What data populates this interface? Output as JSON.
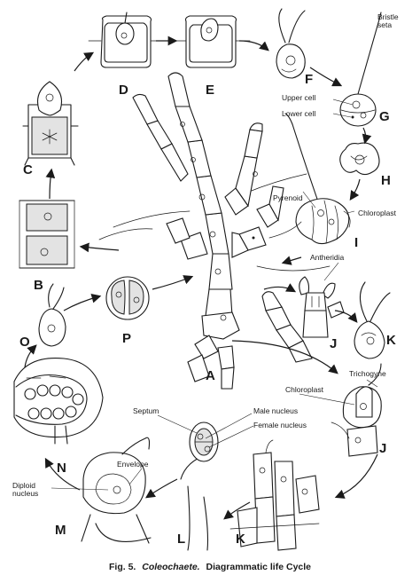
{
  "diagram": {
    "stage_letters": {
      "A": "A",
      "B": "B",
      "C": "C",
      "D": "D",
      "E": "E",
      "F": "F",
      "G": "G",
      "H": "H",
      "I": "I",
      "J1": "J",
      "K1": "K",
      "J2": "J",
      "K2": "K",
      "L": "L",
      "M": "M",
      "N": "N",
      "O": "O",
      "P": "P"
    },
    "labels": {
      "bristle_seta": "Bristle\nseta",
      "upper_cell": "Upper cell",
      "lower_cell": "Lower cell",
      "pyrenoid": "Pyrenoid",
      "chloroplast_i": "Chloroplast",
      "antheridia": "Antheridia",
      "trichogyne": "Trichogyne",
      "chloroplast_j": "Chloroplast",
      "male_nucleus": "Male nucleus",
      "female_nucleus": "Female nucleus",
      "septum": "Septum",
      "envelope": "Envelope",
      "diploid_nucleus": "Diploid\nnucleus"
    },
    "caption": {
      "prefix": "Fig. 5.",
      "genus": "Coleochaete.",
      "suffix": "Diagrammatic life Cycle"
    }
  }
}
